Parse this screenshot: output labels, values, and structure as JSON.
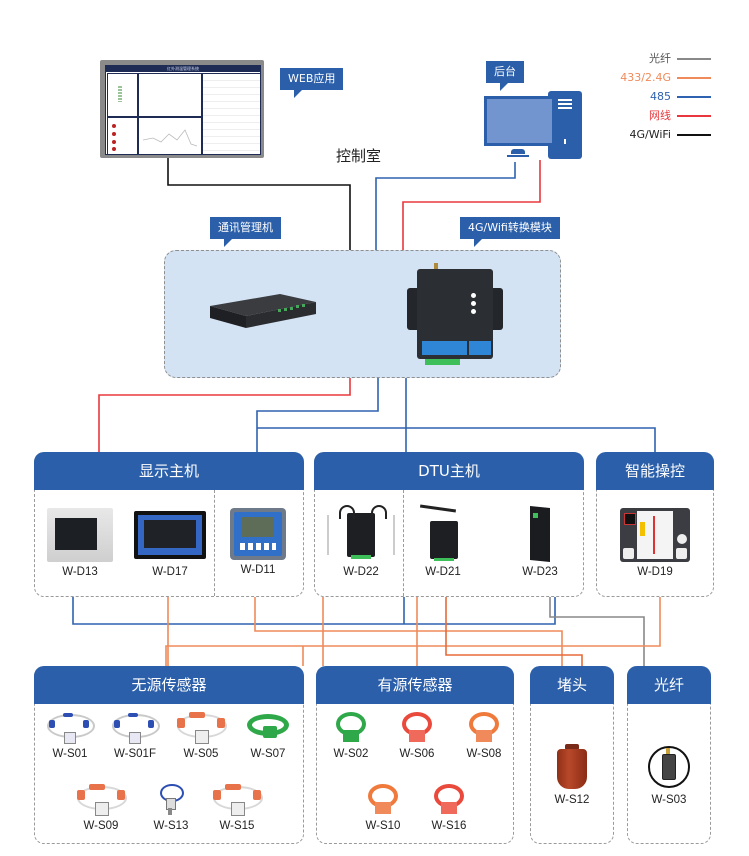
{
  "legend": [
    {
      "label": "光纤",
      "color": "#888888"
    },
    {
      "label": "433/2.4G",
      "color": "#ef8a5a"
    },
    {
      "label": "485",
      "color": "#2f62b0"
    },
    {
      "label": "网线",
      "color": "#e8383d"
    },
    {
      "label": "4G/WiFi",
      "color": "#111111"
    }
  ],
  "control_room": {
    "label": "控制室",
    "web_app_label": "WEB应用",
    "backend_label": "后台",
    "monitor_title": "红外测温管理系统"
  },
  "gateway_area": {
    "comm_manager_label": "通讯管理机",
    "converter_label": "4G/Wifi转换模块"
  },
  "groups": {
    "display_host": {
      "title": "显示主机",
      "devices": [
        {
          "model": "W-D13"
        },
        {
          "model": "W-D17"
        },
        {
          "model": "W-D11"
        }
      ]
    },
    "dtu_host": {
      "title": "DTU主机",
      "devices": [
        {
          "model": "W-D22"
        },
        {
          "model": "W-D21"
        },
        {
          "model": "W-D23"
        }
      ]
    },
    "smart_control": {
      "title": "智能操控",
      "devices": [
        {
          "model": "W-D19"
        }
      ]
    },
    "passive_sensors": {
      "title": "无源传感器",
      "devices": [
        {
          "model": "W-S01"
        },
        {
          "model": "W-S01F"
        },
        {
          "model": "W-S05"
        },
        {
          "model": "W-S07"
        },
        {
          "model": "W-S09"
        },
        {
          "model": "W-S13"
        },
        {
          "model": "W-S15"
        }
      ]
    },
    "active_sensors": {
      "title": "有源传感器",
      "devices": [
        {
          "model": "W-S02"
        },
        {
          "model": "W-S06"
        },
        {
          "model": "W-S08"
        },
        {
          "model": "W-S10"
        },
        {
          "model": "W-S16"
        }
      ]
    },
    "plug": {
      "title": "堵头",
      "devices": [
        {
          "model": "W-S12"
        }
      ]
    },
    "fiber": {
      "title": "光纤",
      "devices": [
        {
          "model": "W-S03"
        }
      ]
    }
  },
  "colors": {
    "brand_blue": "#2b5faa",
    "gateway_bg": "#d3e3f3",
    "fiber": "#888888",
    "rf": "#ef8a5a",
    "rs485": "#2f62b0",
    "ethernet": "#e8383d",
    "wifi4g": "#111111"
  }
}
